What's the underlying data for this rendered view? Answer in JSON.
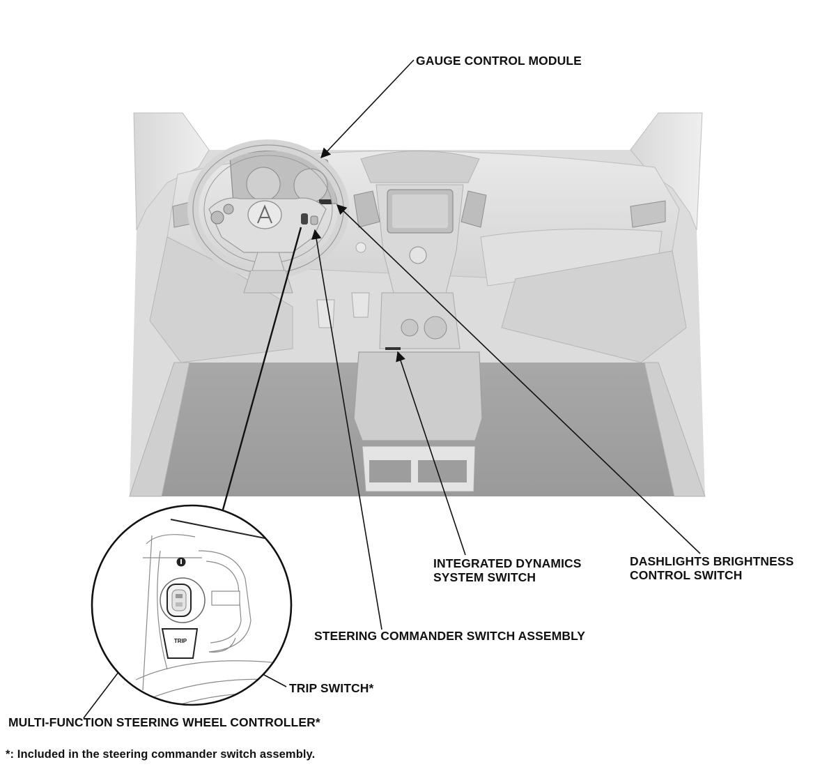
{
  "callouts": {
    "gauge_control_module": "GAUGE CONTROL MODULE",
    "integrated_dynamics_line1": "INTEGRATED DYNAMICS",
    "integrated_dynamics_line2": "SYSTEM SWITCH",
    "dashlights_line1": "DASHLIGHTS BRIGHTNESS",
    "dashlights_line2": "CONTROL SWITCH",
    "steering_commander": "STEERING COMMANDER SWITCH ASSEMBLY",
    "trip_switch": "TRIP SWITCH*",
    "multi_function_controller": "MULTI-FUNCTION STEERING WHEEL CONTROLLER*"
  },
  "footnote": "*: Included in the steering commander switch assembly.",
  "inset": {
    "trip_button_text": "TRIP"
  },
  "colors": {
    "line": "#111111",
    "interior_light": "#e6e6e6",
    "interior_mid": "#c9c9c9",
    "floor": "#9a9a9a"
  }
}
